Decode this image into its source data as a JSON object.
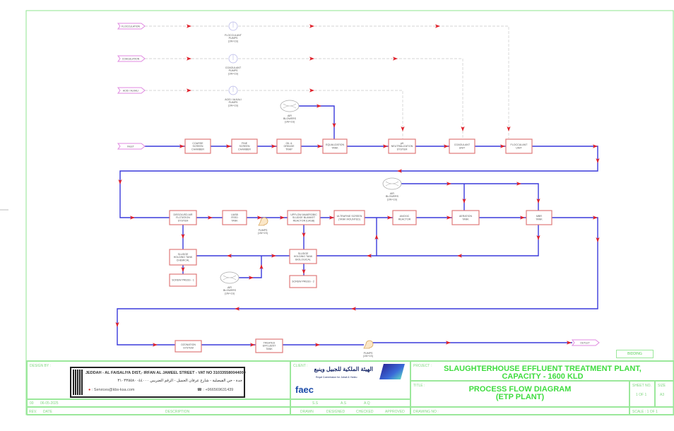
{
  "colors": {
    "process_line": "#3a3adc",
    "arrow": "#e0202a",
    "unit_border": "#e07a7a",
    "tag": "#e08ae0",
    "chem_line": "#c8c8c8",
    "titleblock": "#7fd67f",
    "title_text": "#3fdc3f"
  },
  "chemical_feeds": [
    {
      "tag": "FLOCCULATION",
      "pump": [
        "FLOCCULANT",
        "PUMPS",
        "(1W+1S)"
      ]
    },
    {
      "tag": "COAGULATION",
      "pump": [
        "COAGULANT",
        "PUMPS",
        "(1W+1S)"
      ]
    },
    {
      "tag": "ACID / ALKALI",
      "pump": [
        "ACID / ALKALI",
        "PUMPS",
        "(1W+1S)"
      ]
    }
  ],
  "inlet": "INLET",
  "outlet": "OUTLET",
  "units": {
    "coarse": [
      "COARSE",
      "SCREEN",
      "CHAMBER"
    ],
    "fine": [
      "FINE",
      "SCREEN",
      "CHAMBER"
    ],
    "oil": [
      "OIL &",
      "GREASE",
      "TRAP"
    ],
    "eq": [
      "EQUALIZATION",
      "TANK"
    ],
    "ph": [
      "pH",
      "NEUTRALIZATION",
      "SYSTEM"
    ],
    "coag": [
      "COAGULANT",
      "UNIT"
    ],
    "floc": [
      "FLOCCULANT",
      "UNIT"
    ],
    "daf": [
      "DISSOLVED AIR",
      "FLOTATION",
      "SYSTEM"
    ],
    "uasbfeed": [
      "UASB",
      "FEED",
      "TANK"
    ],
    "uasb": [
      "UPFLOW ANAEROBIC",
      "SLUDGE BLANKET",
      "REACTOR (UASB)"
    ],
    "ultra": [
      "ULTRAFINE SCREEN",
      "(TANK MOUNTED)"
    ],
    "anoxic": [
      "ANOXIC",
      "REACTOR"
    ],
    "aeration": [
      "AERATION",
      "TANK"
    ],
    "mbr": [
      "MBR",
      "TANK"
    ],
    "shtchem": [
      "SLUDGE",
      "HOLDING TANK",
      "CHEMICAL"
    ],
    "sp1": [
      "SCREW PRESS - 1"
    ],
    "shtbio": [
      "SLUDGE",
      "HOLDING TANK",
      "BIOLOGICAL"
    ],
    "sp2": [
      "SCREW PRESS - 2"
    ],
    "ozone": [
      "OZONATION",
      "SYSTEM"
    ],
    "treated": [
      "TREATED",
      "EFFLUENT",
      "TANK"
    ]
  },
  "equipment": {
    "blower": [
      "AIR",
      "BLOWERS",
      "(1W+1S)"
    ],
    "pump": [
      "PUMPS",
      "(1W+1S)"
    ]
  },
  "status_badge": "BIDDING",
  "title_block": {
    "design_by_label": "DESIGN BY :",
    "stamp_line1": "JEDDAH - AL FAISALIYA DIST,- IRFAN AL JAMEEL STREET - VAT NO 310335580044000",
    "stamp_line2": "جدة - حي الفيصلية - شارع عرفان الجميل - الرقم الضريبي ٣١٠٣٣٥٥٨٠٠٤٤٠٠٠",
    "stamp_email": ": Services@kbs-ksa.com",
    "stamp_phone": ": +966569631439",
    "rev": "00",
    "date": "06-05-2025",
    "rev_label": "REV.",
    "date_label": "DATE",
    "description_label": "DESCRIPTION",
    "client_label": "CLIENT :",
    "client_name_ar": "الهيئة الملكية للجبيل وينبع",
    "client_name_en": "Royal Commission for Jubail & Yanbu",
    "consultant_logo": "faec",
    "drawn": "S.S",
    "designed": "A.S",
    "checked": "A.Q",
    "drawn_label": "DRAWN",
    "designed_label": "DESIGNED",
    "checked_label": "CHECKED",
    "approved_label": "APPROVED",
    "project_label": "PROJECT :",
    "project_line1": "SLAUGHTERHOUSE EFFLUENT TREATMENT PLANT,",
    "project_line2": "CAPACITY - 1600 KLD",
    "title_label": "TITLE :",
    "title_line1": "PROCESS FLOW DIAGRAM",
    "title_line2": "(ETP PLANT)",
    "sheet_label": "SHEET NO.",
    "sheet": "1 OF 1",
    "size_label": "SIZE",
    "size": "A3",
    "drawing_no_label": "DRAWING NO :",
    "scale": "SCALE : 1 OF 1"
  }
}
